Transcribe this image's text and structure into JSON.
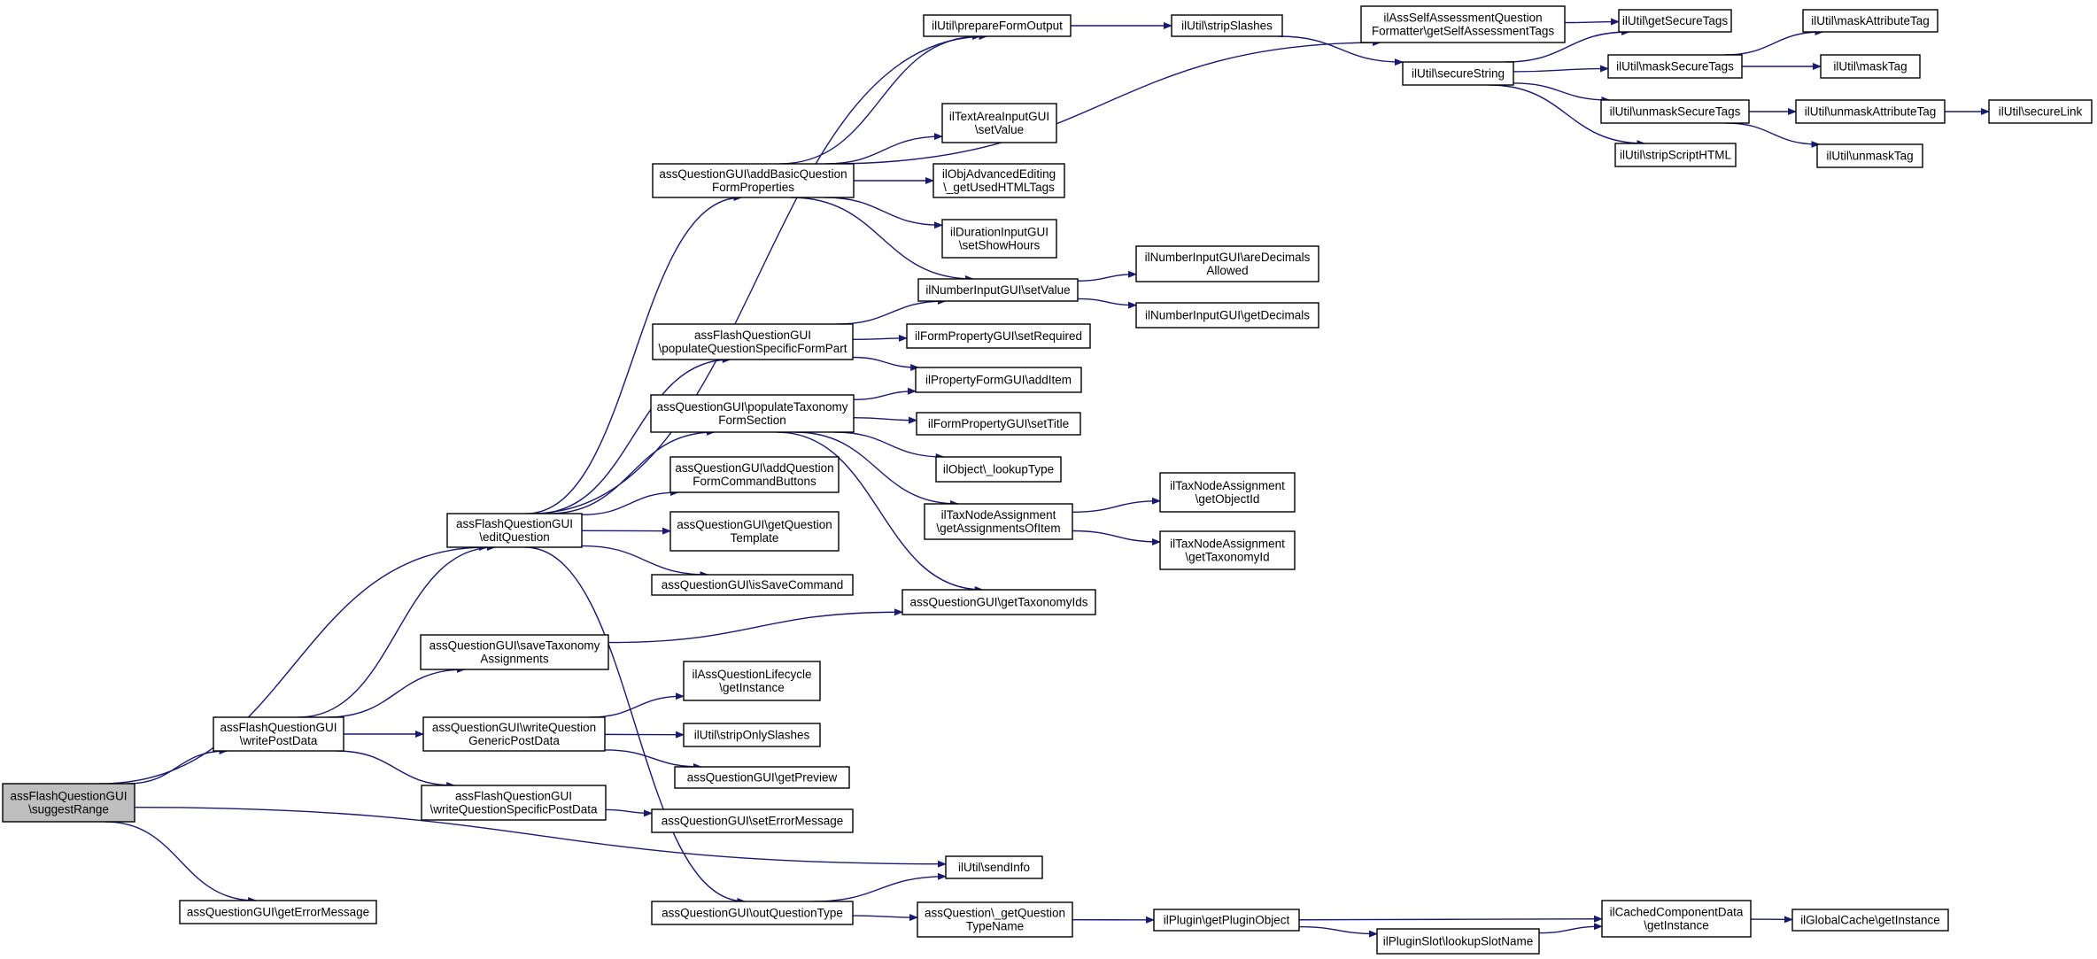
{
  "diagram": {
    "nodes": [
      {
        "id": "root",
        "lines": [
          "assFlashQuestionGUI",
          "\\suggestRange"
        ],
        "root": true
      },
      {
        "id": "writePostData",
        "lines": [
          "assFlashQuestionGUI",
          "\\writePostData"
        ]
      },
      {
        "id": "getErrorMessage",
        "lines": [
          "assQuestionGUI\\getErrorMessage"
        ]
      },
      {
        "id": "editQuestion",
        "lines": [
          "assFlashQuestionGUI",
          "\\editQuestion"
        ]
      },
      {
        "id": "saveTaxonomy",
        "lines": [
          "assQuestionGUI\\saveTaxonomy",
          "Assignments"
        ]
      },
      {
        "id": "writeQGeneric",
        "lines": [
          "assQuestionGUI\\writeQuestion",
          "GenericPostData"
        ]
      },
      {
        "id": "writeQSpecific",
        "lines": [
          "assFlashQuestionGUI",
          "\\writeQuestionSpecificPostData"
        ]
      },
      {
        "id": "addBasic",
        "lines": [
          "assQuestionGUI\\addBasicQuestion",
          "FormProperties"
        ]
      },
      {
        "id": "populateSpecific",
        "lines": [
          "assFlashQuestionGUI",
          "\\populateQuestionSpecificFormPart"
        ]
      },
      {
        "id": "populateTaxonomy",
        "lines": [
          "assQuestionGUI\\populateTaxonomy",
          "FormSection"
        ]
      },
      {
        "id": "addCommandButtons",
        "lines": [
          "assQuestionGUI\\addQuestion",
          "FormCommandButtons"
        ]
      },
      {
        "id": "getTemplate",
        "lines": [
          "assQuestionGUI\\getQuestion",
          "Template"
        ]
      },
      {
        "id": "isSaveCommand",
        "lines": [
          "assQuestionGUI\\isSaveCommand"
        ]
      },
      {
        "id": "outQuestionType",
        "lines": [
          "assQuestionGUI\\outQuestionType"
        ]
      },
      {
        "id": "lifecycle",
        "lines": [
          "ilAssQuestionLifecycle",
          "\\getInstance"
        ]
      },
      {
        "id": "stripOnlySlashes",
        "lines": [
          "ilUtil\\stripOnlySlashes"
        ]
      },
      {
        "id": "getPreview",
        "lines": [
          "assQuestionGUI\\getPreview"
        ]
      },
      {
        "id": "setErrorMessage",
        "lines": [
          "assQuestionGUI\\setErrorMessage"
        ]
      },
      {
        "id": "sendInfo",
        "lines": [
          "ilUtil\\sendInfo"
        ]
      },
      {
        "id": "getTypeName",
        "lines": [
          "assQuestion\\_getQuestion",
          "TypeName"
        ]
      },
      {
        "id": "prepareFormOutput",
        "lines": [
          "ilUtil\\prepareFormOutput"
        ]
      },
      {
        "id": "textAreaSetValue",
        "lines": [
          "ilTextAreaInputGUI",
          "\\setValue"
        ]
      },
      {
        "id": "objAdvEditing",
        "lines": [
          "ilObjAdvancedEditing",
          "\\_getUsedHTMLTags"
        ]
      },
      {
        "id": "durationShowHours",
        "lines": [
          "ilDurationInputGUI",
          "\\setShowHours"
        ]
      },
      {
        "id": "numberSetValue",
        "lines": [
          "ilNumberInputGUI\\setValue"
        ]
      },
      {
        "id": "setRequired",
        "lines": [
          "ilFormPropertyGUI\\setRequired"
        ]
      },
      {
        "id": "addItem",
        "lines": [
          "ilPropertyFormGUI\\addItem"
        ]
      },
      {
        "id": "setTitle",
        "lines": [
          "ilFormPropertyGUI\\setTitle"
        ]
      },
      {
        "id": "lookupType",
        "lines": [
          "ilObject\\_lookupType"
        ]
      },
      {
        "id": "taxAssignmentsOfItem",
        "lines": [
          "ilTaxNodeAssignment",
          "\\getAssignmentsOfItem"
        ]
      },
      {
        "id": "getTaxonomyIds",
        "lines": [
          "assQuestionGUI\\getTaxonomyIds"
        ]
      },
      {
        "id": "getPluginObject",
        "lines": [
          "ilPlugin\\getPluginObject"
        ]
      },
      {
        "id": "lookupSlotName",
        "lines": [
          "ilPluginSlot\\lookupSlotName"
        ]
      },
      {
        "id": "stripSlashes",
        "lines": [
          "ilUtil\\stripSlashes"
        ]
      },
      {
        "id": "selfAssessment",
        "lines": [
          "ilAssSelfAssessmentQuestion",
          "Formatter\\getSelfAssessmentTags"
        ]
      },
      {
        "id": "decimalsAllowed",
        "lines": [
          "ilNumberInputGUI\\areDecimals",
          "Allowed"
        ]
      },
      {
        "id": "getDecimals",
        "lines": [
          "ilNumberInputGUI\\getDecimals"
        ]
      },
      {
        "id": "taxGetObjectId",
        "lines": [
          "ilTaxNodeAssignment",
          "\\getObjectId"
        ]
      },
      {
        "id": "taxGetTaxonomyId",
        "lines": [
          "ilTaxNodeAssignment",
          "\\getTaxonomyId"
        ]
      },
      {
        "id": "secureString",
        "lines": [
          "ilUtil\\secureString"
        ]
      },
      {
        "id": "cachedComponent",
        "lines": [
          "ilCachedComponentData",
          "\\getInstance"
        ]
      },
      {
        "id": "getSecureTags",
        "lines": [
          "ilUtil\\getSecureTags"
        ]
      },
      {
        "id": "maskSecureTags",
        "lines": [
          "ilUtil\\maskSecureTags"
        ]
      },
      {
        "id": "unmaskSecureTags",
        "lines": [
          "ilUtil\\unmaskSecureTags"
        ]
      },
      {
        "id": "stripScriptHTML",
        "lines": [
          "ilUtil\\stripScriptHTML"
        ]
      },
      {
        "id": "globalCache",
        "lines": [
          "ilGlobalCache\\getInstance"
        ]
      },
      {
        "id": "maskAttributeTag",
        "lines": [
          "ilUtil\\maskAttributeTag"
        ]
      },
      {
        "id": "maskTag",
        "lines": [
          "ilUtil\\maskTag"
        ]
      },
      {
        "id": "unmaskAttributeTag",
        "lines": [
          "ilUtil\\unmaskAttributeTag"
        ]
      },
      {
        "id": "unmaskTag",
        "lines": [
          "ilUtil\\unmaskTag"
        ]
      },
      {
        "id": "secureLink",
        "lines": [
          "ilUtil\\secureLink"
        ]
      }
    ],
    "edges": [
      [
        "root",
        "editQuestion"
      ],
      [
        "root",
        "writePostData"
      ],
      [
        "root",
        "sendInfo"
      ],
      [
        "root",
        "getErrorMessage"
      ],
      [
        "writePostData",
        "editQuestion"
      ],
      [
        "writePostData",
        "saveTaxonomy"
      ],
      [
        "writePostData",
        "writeQGeneric"
      ],
      [
        "writePostData",
        "writeQSpecific"
      ],
      [
        "editQuestion",
        "addBasic"
      ],
      [
        "editQuestion",
        "prepareFormOutput"
      ],
      [
        "editQuestion",
        "populateSpecific"
      ],
      [
        "editQuestion",
        "populateTaxonomy"
      ],
      [
        "editQuestion",
        "addCommandButtons"
      ],
      [
        "editQuestion",
        "getTemplate"
      ],
      [
        "editQuestion",
        "isSaveCommand"
      ],
      [
        "editQuestion",
        "outQuestionType"
      ],
      [
        "saveTaxonomy",
        "getTaxonomyIds"
      ],
      [
        "writeQGeneric",
        "lifecycle"
      ],
      [
        "writeQGeneric",
        "stripOnlySlashes"
      ],
      [
        "writeQGeneric",
        "getPreview"
      ],
      [
        "writeQSpecific",
        "setErrorMessage"
      ],
      [
        "addBasic",
        "prepareFormOutput"
      ],
      [
        "addBasic",
        "selfAssessment"
      ],
      [
        "addBasic",
        "textAreaSetValue"
      ],
      [
        "addBasic",
        "objAdvEditing"
      ],
      [
        "addBasic",
        "durationShowHours"
      ],
      [
        "addBasic",
        "numberSetValue"
      ],
      [
        "populateSpecific",
        "numberSetValue"
      ],
      [
        "populateSpecific",
        "setRequired"
      ],
      [
        "populateSpecific",
        "addItem"
      ],
      [
        "populateTaxonomy",
        "addItem"
      ],
      [
        "populateTaxonomy",
        "setTitle"
      ],
      [
        "populateTaxonomy",
        "lookupType"
      ],
      [
        "populateTaxonomy",
        "taxAssignmentsOfItem"
      ],
      [
        "populateTaxonomy",
        "getTaxonomyIds"
      ],
      [
        "outQuestionType",
        "sendInfo"
      ],
      [
        "outQuestionType",
        "getTypeName"
      ],
      [
        "getTypeName",
        "getPluginObject"
      ],
      [
        "getPluginObject",
        "cachedComponent"
      ],
      [
        "getPluginObject",
        "lookupSlotName"
      ],
      [
        "lookupSlotName",
        "cachedComponent"
      ],
      [
        "cachedComponent",
        "globalCache"
      ],
      [
        "prepareFormOutput",
        "stripSlashes"
      ],
      [
        "stripSlashes",
        "secureString"
      ],
      [
        "selfAssessment",
        "getSecureTags"
      ],
      [
        "numberSetValue",
        "decimalsAllowed"
      ],
      [
        "numberSetValue",
        "getDecimals"
      ],
      [
        "taxAssignmentsOfItem",
        "taxGetObjectId"
      ],
      [
        "taxAssignmentsOfItem",
        "taxGetTaxonomyId"
      ],
      [
        "secureString",
        "getSecureTags"
      ],
      [
        "secureString",
        "maskSecureTags"
      ],
      [
        "secureString",
        "unmaskSecureTags"
      ],
      [
        "secureString",
        "stripScriptHTML"
      ],
      [
        "maskSecureTags",
        "maskAttributeTag"
      ],
      [
        "maskSecureTags",
        "maskTag"
      ],
      [
        "unmaskSecureTags",
        "unmaskAttributeTag"
      ],
      [
        "unmaskSecureTags",
        "unmaskTag"
      ],
      [
        "unmaskAttributeTag",
        "secureLink"
      ]
    ],
    "colors": {
      "edge": "#191970",
      "node_border": "#000000",
      "root_fill": "#bfbfbf",
      "node_fill": "#ffffff"
    }
  }
}
